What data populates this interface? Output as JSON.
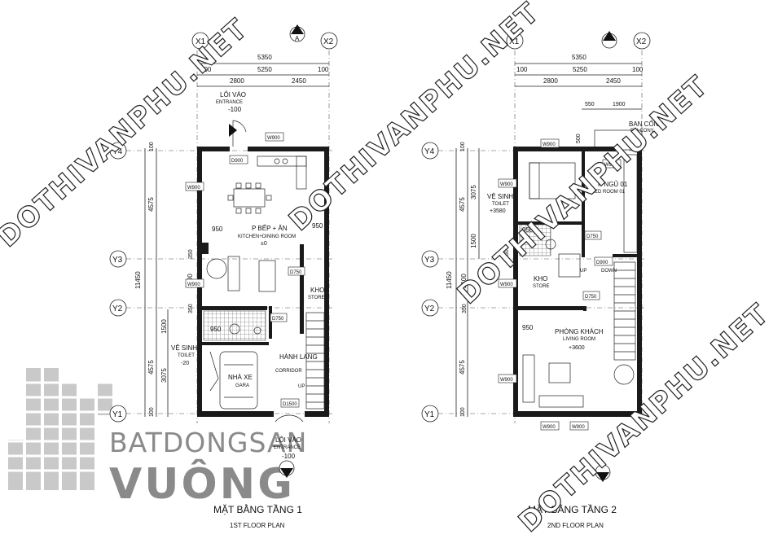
{
  "plan1": {
    "title": "MẶT BẰNG TẦNG 1",
    "subtitle": "1ST  FLOOR PLAN",
    "dims_total": "5350",
    "dims_inner": "5250",
    "dims_a": "2800",
    "dims_b": "2450",
    "dims_100": "100",
    "vert_dims": [
      "100",
      "4575",
      "350",
      "2100",
      "350",
      "1500",
      "3075",
      "4575",
      "100"
    ],
    "vert_total": "11450",
    "rooms": {
      "entrance_top_vi": "LÔI VÀO",
      "entrance_top_en": "ENTRANCE",
      "entrance_top_lvl": "-100",
      "kitchen_vi": "P BẾP + ĂN",
      "kitchen_en": "KITCHEN+DINING ROOM",
      "kitchen_lvl": "±0",
      "store_vi": "KHO",
      "store_en": "STORE",
      "wc_vi": "VỆ SINH",
      "wc_en": "TOILET",
      "wc_lvl": "-20",
      "corridor_vi": "HÀNH LANG",
      "corridor_en": "CORRIDOR",
      "garage_vi": "NHÀ XE",
      "garage_en": "GARA",
      "entrance_bot_vi": "LÔI VÀO",
      "entrance_bot_en": "ENTRANCE",
      "entrance_bot_lvl": "-100",
      "up": "UP"
    },
    "tags": {
      "d900": "D900",
      "w900a": "W900",
      "w900b": "W900",
      "w900c": "W900",
      "d750a": "D750",
      "d750b": "D750",
      "d1500": "D1500",
      "d950a": "950",
      "d950b": "950",
      "d950c": "950",
      "d350a": "350",
      "d350b": "350"
    }
  },
  "plan2": {
    "title": "MẶT BẰNG TẦNG 2",
    "subtitle": "2ND  FLOOR PLAN",
    "dims_total": "5350",
    "dims_inner": "5250",
    "dims_a": "2800",
    "dims_b": "2450",
    "dims_100": "100",
    "dims_550": "550",
    "dims_1900": "1900",
    "dims_500": "500",
    "vert_dims": [
      "100",
      "4575",
      "3075",
      "1500",
      "350",
      "2100",
      "350",
      "4575",
      "100"
    ],
    "vert_total": "11450",
    "rooms": {
      "balcony_vi": "BAN CÔNG",
      "balcony_en": "BALCONY",
      "bed_vi": "P NGỦ 01",
      "bed_en": "BED ROOM 01",
      "wc_vi": "VỆ SINH",
      "wc_en": "TOILET",
      "wc_lvl": "+3580",
      "store_vi": "KHO",
      "store_en": "STORE",
      "living_vi": "PHÒNG KHÁCH",
      "living_en": "LIVING ROOM",
      "living_lvl": "+3600",
      "up": "UP",
      "down": "DOWN"
    },
    "tags": {
      "w900a": "W900",
      "w900b": "W900",
      "w900c": "W900",
      "w900d": "W900",
      "w900e": "W900",
      "w900f": "W900",
      "w900g": "W900",
      "d900": "D900",
      "d750a": "D750",
      "d750b": "D750",
      "d950": "950",
      "d950b": "950"
    }
  },
  "axes": {
    "x1": "X1",
    "x2": "X2",
    "y1": "Y1",
    "y2": "Y2",
    "y3": "Y3",
    "y4": "Y4",
    "section": "A"
  },
  "watermark": "DOTHIVANPHU.NET",
  "logo": {
    "line1": "BATDONGSAN",
    "line2": "VUÔNG"
  },
  "colors": {
    "wall": "#1a1a1a",
    "logo_gray": "#8a8a8a",
    "logo_light": "#c8c8c8"
  }
}
